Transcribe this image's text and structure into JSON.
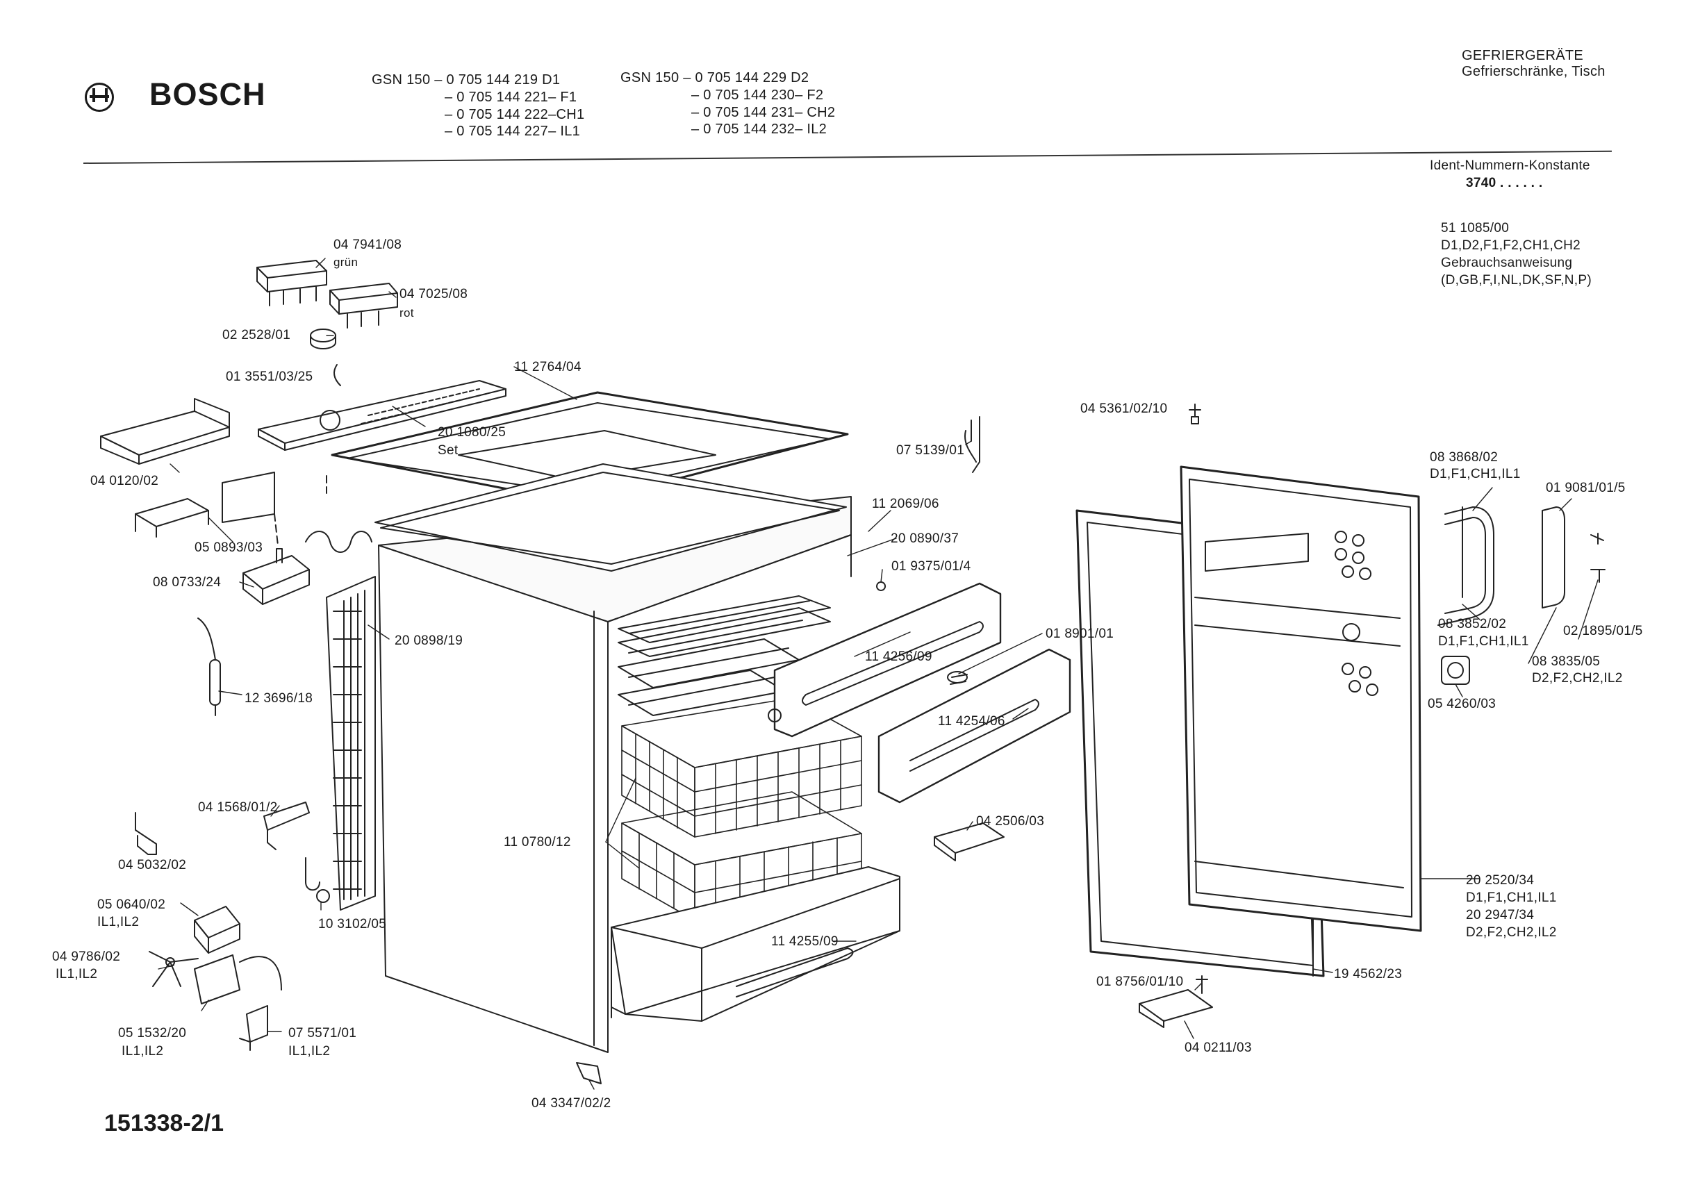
{
  "header": {
    "brand": "BOSCH",
    "models_left": [
      "GSN 150  –  0 705 144 219  D1",
      "–  0 705 144 221– F1",
      "–  0 705 144 222–CH1",
      "–  0 705 144 227– IL1"
    ],
    "models_right": [
      "GSN 150  –  0 705 144 229  D2",
      "–  0 705 144 230– F2",
      "–  0 705 144 231– CH2",
      "–  0 705 144 232– IL2"
    ],
    "category": "GEFRIERGERÄTE",
    "subcategory": "Gefrierschränke, Tisch",
    "ident_label": "Ident-Nummern-Konstante",
    "ident_value": "3740  . .   . . . .",
    "manual": [
      "51 1085/00",
      "D1,D2,F1,F2,CH1,CH2",
      "Gebrauchsanweisung",
      "(D,GB,F,I,NL,DK,SF,N,P)"
    ]
  },
  "footer": {
    "document_number": "151338-2/1"
  },
  "parts": [
    "04 7941/08",
    "grün",
    "04 7025/08",
    "rot",
    "02 2528/01",
    "01 3551/03/25",
    "11 2764/04",
    "20 1080/25",
    "Set",
    "04 0120/02",
    "05 0893/03",
    "08 0733/24",
    "07 5139/01",
    "04 5361/02/10",
    "11 2069/06",
    "20 0890/37",
    "01 9375/01/4",
    "20 0898/19",
    "12 3696/18",
    "11 4256/09",
    "01 8901/01",
    "11 4254/06",
    "04 1568/01/2",
    "04 5032/02",
    "11 0780/12",
    "04 2506/03",
    "05 0640/02",
    "IL1,IL2",
    "10 3102/05",
    "04 9786/02",
    "IL1,IL2",
    "11 4255/09",
    "05 1532/20",
    "IL1,IL2",
    "07 5571/01",
    "IL1,IL2",
    "04 3347/02/2",
    "08 3868/02",
    "D1,F1,CH1,IL1",
    "01 9081/01/5",
    "08 3852/02",
    "D1,F1,CH1,IL1",
    "02 1895/01/5",
    "08 3835/05",
    "D2,F2,CH2,IL2",
    "05 4260/03",
    "20 2520/34",
    "D1,F1,CH1,IL1",
    "20 2947/34",
    "D2,F2,CH2,IL2",
    "01 8756/01/10",
    "19 4562/23",
    "04 0211/03"
  ]
}
